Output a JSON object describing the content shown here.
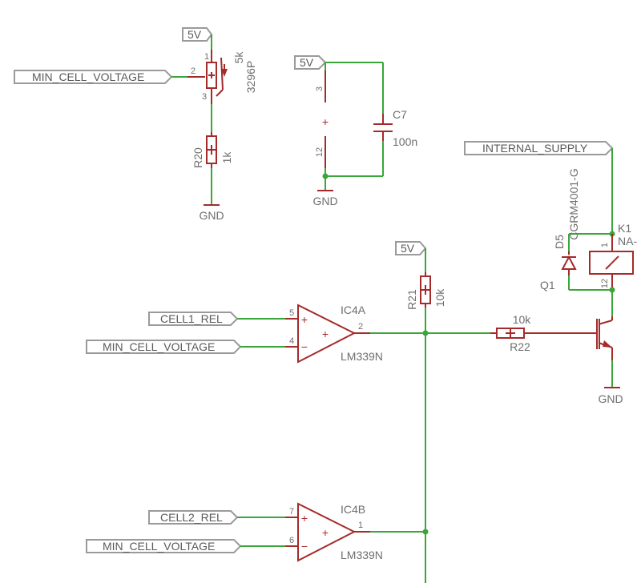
{
  "ports": {
    "vcc_pot": "5V",
    "vcc_cap": "5V",
    "vcc_r21": "5V",
    "min_cell_voltage_pot": "MIN_CELL_VOLTAGE",
    "internal_supply": "INTERNAL_SUPPLY",
    "cell1_rel": "CELL1_REL",
    "min_cell_voltage_a": "MIN_CELL_VOLTAGE",
    "cell2_rel": "CELL2_REL",
    "min_cell_voltage_b": "MIN_CELL_VOLTAGE"
  },
  "grounds": {
    "pot": "GND",
    "cap": "GND",
    "transistor": "GND"
  },
  "components": {
    "pot": {
      "value": "5k",
      "part": "3296P",
      "pin1": "1",
      "pin2": "2",
      "pin3": "3"
    },
    "r20": {
      "name": "R20",
      "value": "1k"
    },
    "supply_pins": {
      "top": "3",
      "bottom": "12"
    },
    "c7": {
      "name": "C7",
      "value": "100n"
    },
    "r21": {
      "name": "R21",
      "value": "10k"
    },
    "r22": {
      "name": "R22",
      "value": "10k"
    },
    "d5": {
      "name": "D5",
      "part": "CGRM4001-G"
    },
    "k1": {
      "name": "K1",
      "part": "NA-",
      "pin1": "1",
      "pin2": "12"
    },
    "q1": {
      "name": "Q1"
    },
    "ic4a": {
      "name": "IC4A",
      "part": "LM339N",
      "pin_plus": "5",
      "pin_minus": "4",
      "pin_out": "2"
    },
    "ic4b": {
      "name": "IC4B",
      "part": "LM339N",
      "pin_plus": "7",
      "pin_minus": "6",
      "pin_out": "1"
    }
  },
  "signs": {
    "plus": "+",
    "minus": "−"
  }
}
